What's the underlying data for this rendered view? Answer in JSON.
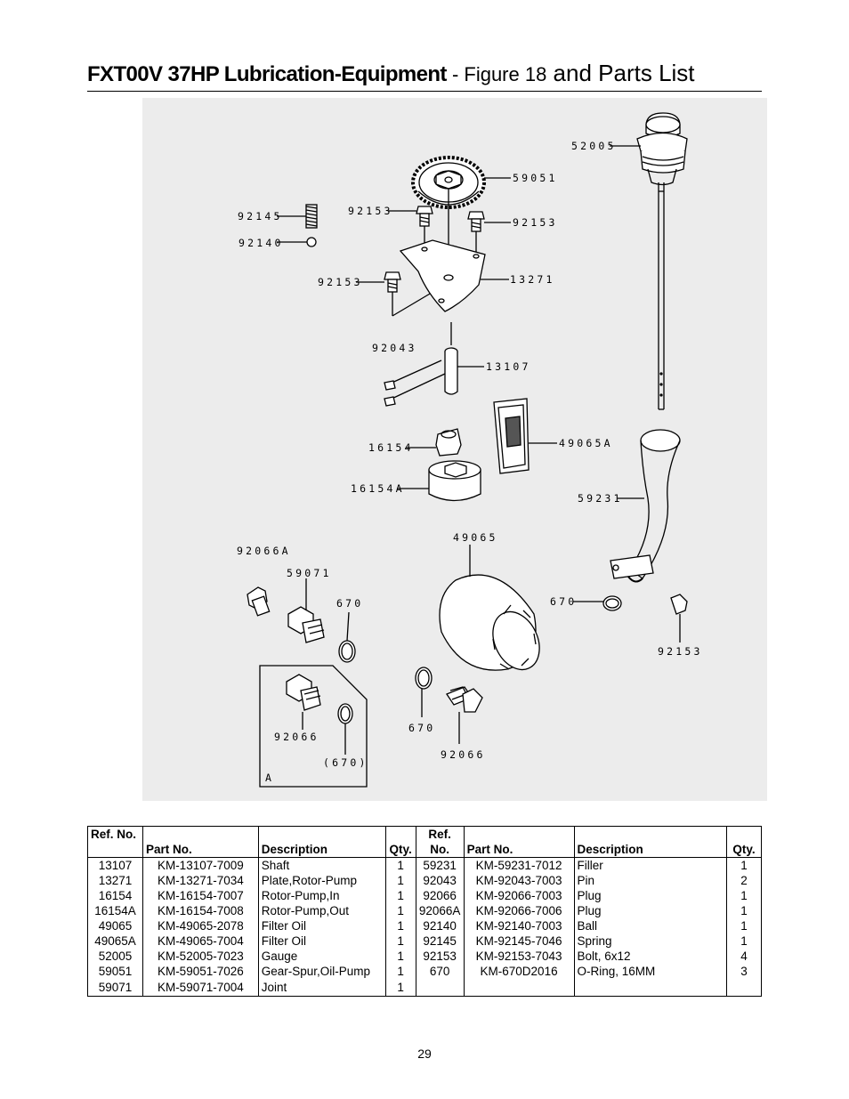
{
  "title": {
    "bold": "FXT00V 37HP Lubrication-Equipment",
    "rest_a": " - Figure 18",
    "rest_b": " and Parts List"
  },
  "diagram": {
    "labels": {
      "l52005": "52005",
      "l59051": "59051",
      "l92145": "92145",
      "l92140": "92140",
      "l92153_a": "92153",
      "l92153_b": "92153",
      "l92153_c": "92153",
      "l13271": "13271",
      "l92043": "92043",
      "l13107": "13107",
      "l16154": "16154",
      "l49065A": "49065A",
      "l16154A": "16154A",
      "l59231": "59231",
      "l49065": "49065",
      "l92066A": "92066A",
      "l59071": "59071",
      "l670_a": "670",
      "l670_b": "670",
      "l92153_d": "92153",
      "l92066_a": "92066",
      "l670_paren": "(670)",
      "lA": "A",
      "l670_c": "670",
      "l92066_b": "92066"
    }
  },
  "table": {
    "headers": {
      "ref": "Ref. No.",
      "part": "Part No.",
      "desc": "Description",
      "qty": "Qty.",
      "ref2_a": "Ref.",
      "ref2_b": "No.",
      "part2": "Part No.",
      "desc2": "Description",
      "qty2": "Qty."
    },
    "rows": [
      {
        "ref": "13107",
        "part": "KM-13107-7009",
        "desc": "Shaft",
        "qty": "1",
        "ref2": "59231",
        "part2": "KM-59231-7012",
        "desc2": "Filler",
        "qty2": "1"
      },
      {
        "ref": "13271",
        "part": "KM-13271-7034",
        "desc": "Plate,Rotor-Pump",
        "qty": "1",
        "ref2": "92043",
        "part2": "KM-92043-7003",
        "desc2": "Pin",
        "qty2": "2"
      },
      {
        "ref": "16154",
        "part": "KM-16154-7007",
        "desc": "Rotor-Pump,In",
        "qty": "1",
        "ref2": "92066",
        "part2": "KM-92066-7003",
        "desc2": "Plug",
        "qty2": "1"
      },
      {
        "ref": "16154A",
        "part": "KM-16154-7008",
        "desc": "Rotor-Pump,Out",
        "qty": "1",
        "ref2": "92066A",
        "part2": "KM-92066-7006",
        "desc2": "Plug",
        "qty2": "1"
      },
      {
        "ref": "49065",
        "part": "KM-49065-2078",
        "desc": "Filter Oil",
        "qty": "1",
        "ref2": "92140",
        "part2": "KM-92140-7003",
        "desc2": "Ball",
        "qty2": "1"
      },
      {
        "ref": "49065A",
        "part": "KM-49065-7004",
        "desc": "Filter Oil",
        "qty": "1",
        "ref2": "92145",
        "part2": "KM-92145-7046",
        "desc2": "Spring",
        "qty2": "1"
      },
      {
        "ref": "52005",
        "part": "KM-52005-7023",
        "desc": "Gauge",
        "qty": "1",
        "ref2": "92153",
        "part2": "KM-92153-7043",
        "desc2": "Bolt, 6x12",
        "qty2": "4"
      },
      {
        "ref": "59051",
        "part": "KM-59051-7026",
        "desc": "Gear-Spur,Oil-Pump",
        "qty": "1",
        "ref2": "670",
        "part2": "KM-670D2016",
        "desc2": "O-Ring, 16MM",
        "qty2": "3"
      },
      {
        "ref": "59071",
        "part": "KM-59071-7004",
        "desc": "Joint",
        "qty": "1",
        "ref2": "",
        "part2": "",
        "desc2": "",
        "qty2": ""
      }
    ]
  },
  "page_number": "29"
}
